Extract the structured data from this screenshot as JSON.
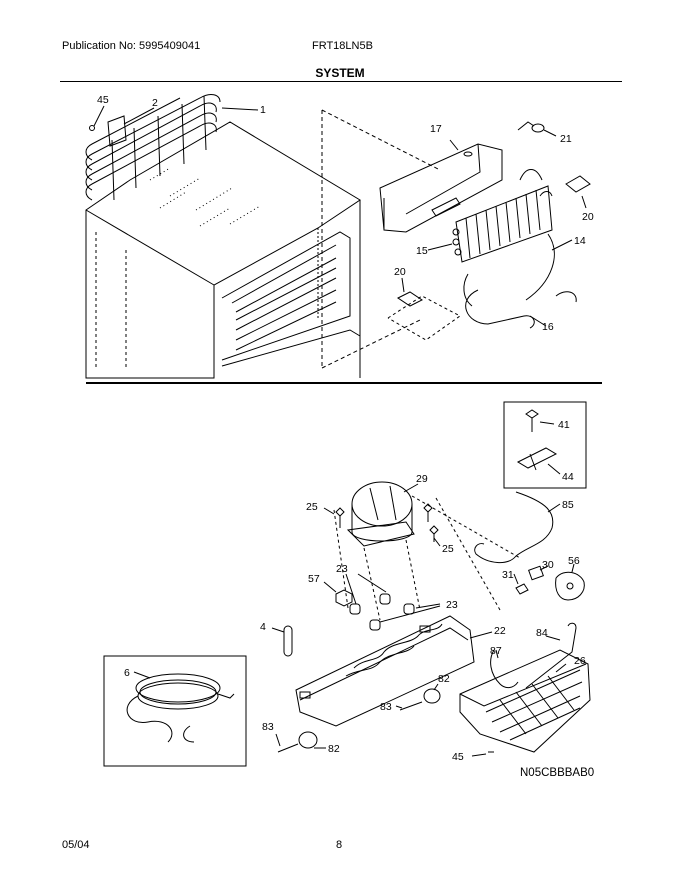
{
  "header": {
    "publication": "Publication No: 5995409041",
    "model": "FRT18LN5B",
    "section_title": "SYSTEM"
  },
  "diagram": {
    "callouts_top": [
      "45",
      "2",
      "1",
      "17",
      "21",
      "20",
      "15",
      "14",
      "20",
      "16"
    ],
    "callouts_bottom": [
      "41",
      "44",
      "29",
      "85",
      "25",
      "25",
      "56",
      "30",
      "31",
      "57",
      "23",
      "23",
      "4",
      "22",
      "84",
      "26",
      "6",
      "87",
      "82",
      "83",
      "83",
      "82",
      "45"
    ],
    "drawing_code": "N05CBBBAB0"
  },
  "footer": {
    "date": "05/04",
    "page": "8"
  }
}
